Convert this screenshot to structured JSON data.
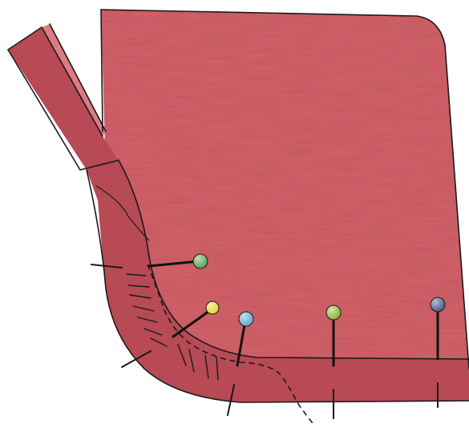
{
  "illustration": {
    "subject": "fabric-corner-with-bias-binding-and-pins",
    "colors": {
      "background": "#ffffff",
      "fabric": "#d4626b",
      "fabric_dark": "#b84a55",
      "fabric_light": "#de7a82",
      "outline": "#1a1a1a",
      "pin_shaft": "#111111"
    },
    "pins": [
      {
        "name": "green",
        "color": "#5aa35a"
      },
      {
        "name": "yellow",
        "color": "#e8d23a"
      },
      {
        "name": "blue",
        "color": "#6aa8c8"
      },
      {
        "name": "olive",
        "color": "#8fb83a"
      },
      {
        "name": "navy",
        "color": "#4a5a8c"
      }
    ]
  }
}
